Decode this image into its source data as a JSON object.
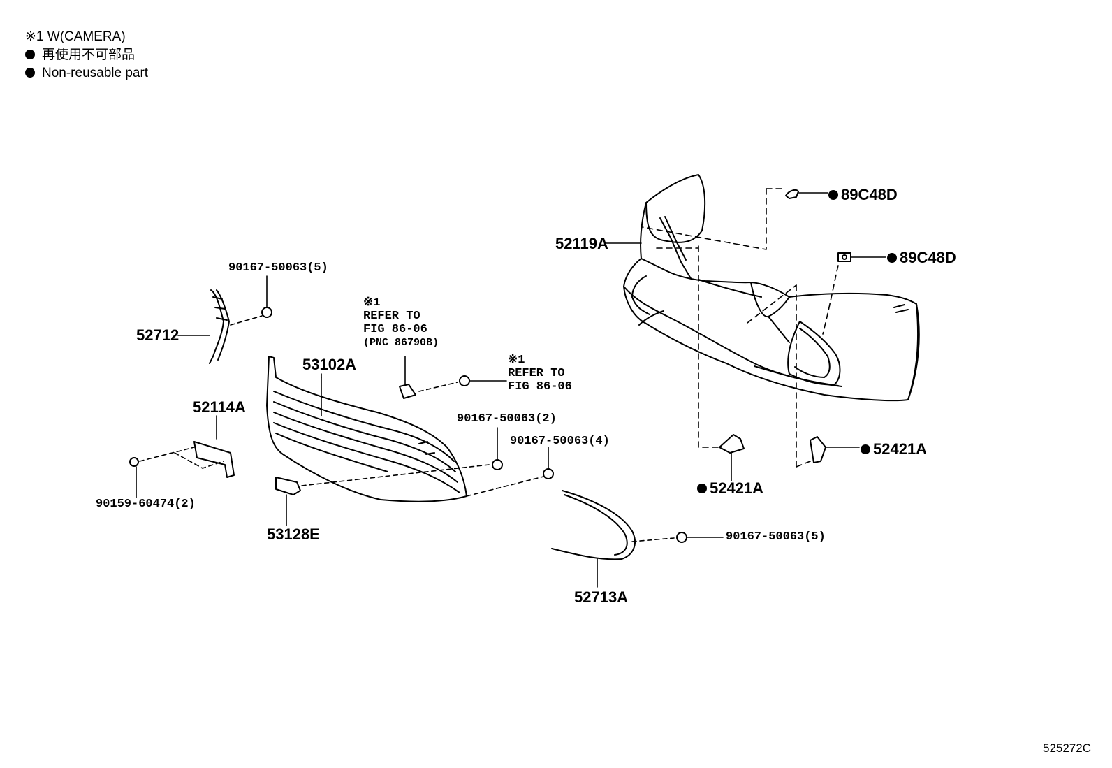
{
  "legend": {
    "camera_note": "※1 W(CAMERA)",
    "nonreusable_ja": "再使用不可部品",
    "nonreusable_en": "Non-reusable part"
  },
  "labels": {
    "p52119A": "52119A",
    "p89C48D_a": "89C48D",
    "p89C48D_b": "89C48D",
    "p90167_5_a": "90167-50063(5)",
    "p52712": "52712",
    "p53102A": "53102A",
    "p52114A": "52114A",
    "p90159": "90159-60474(2)",
    "p53128E": "53128E",
    "p90167_2": "90167-50063(2)",
    "p90167_4": "90167-50063(4)",
    "p52421A_a": "52421A",
    "p52421A_b": "52421A",
    "p90167_5_b": "90167-50063(5)",
    "p52713A": "52713A"
  },
  "notes": {
    "camera_ref1": [
      "※1",
      "REFER TO",
      "FIG 86-06",
      "(PNC 86790B)"
    ],
    "camera_ref2": [
      "※1",
      "REFER TO",
      "FIG 86-06"
    ]
  },
  "figure_id": "525272C"
}
